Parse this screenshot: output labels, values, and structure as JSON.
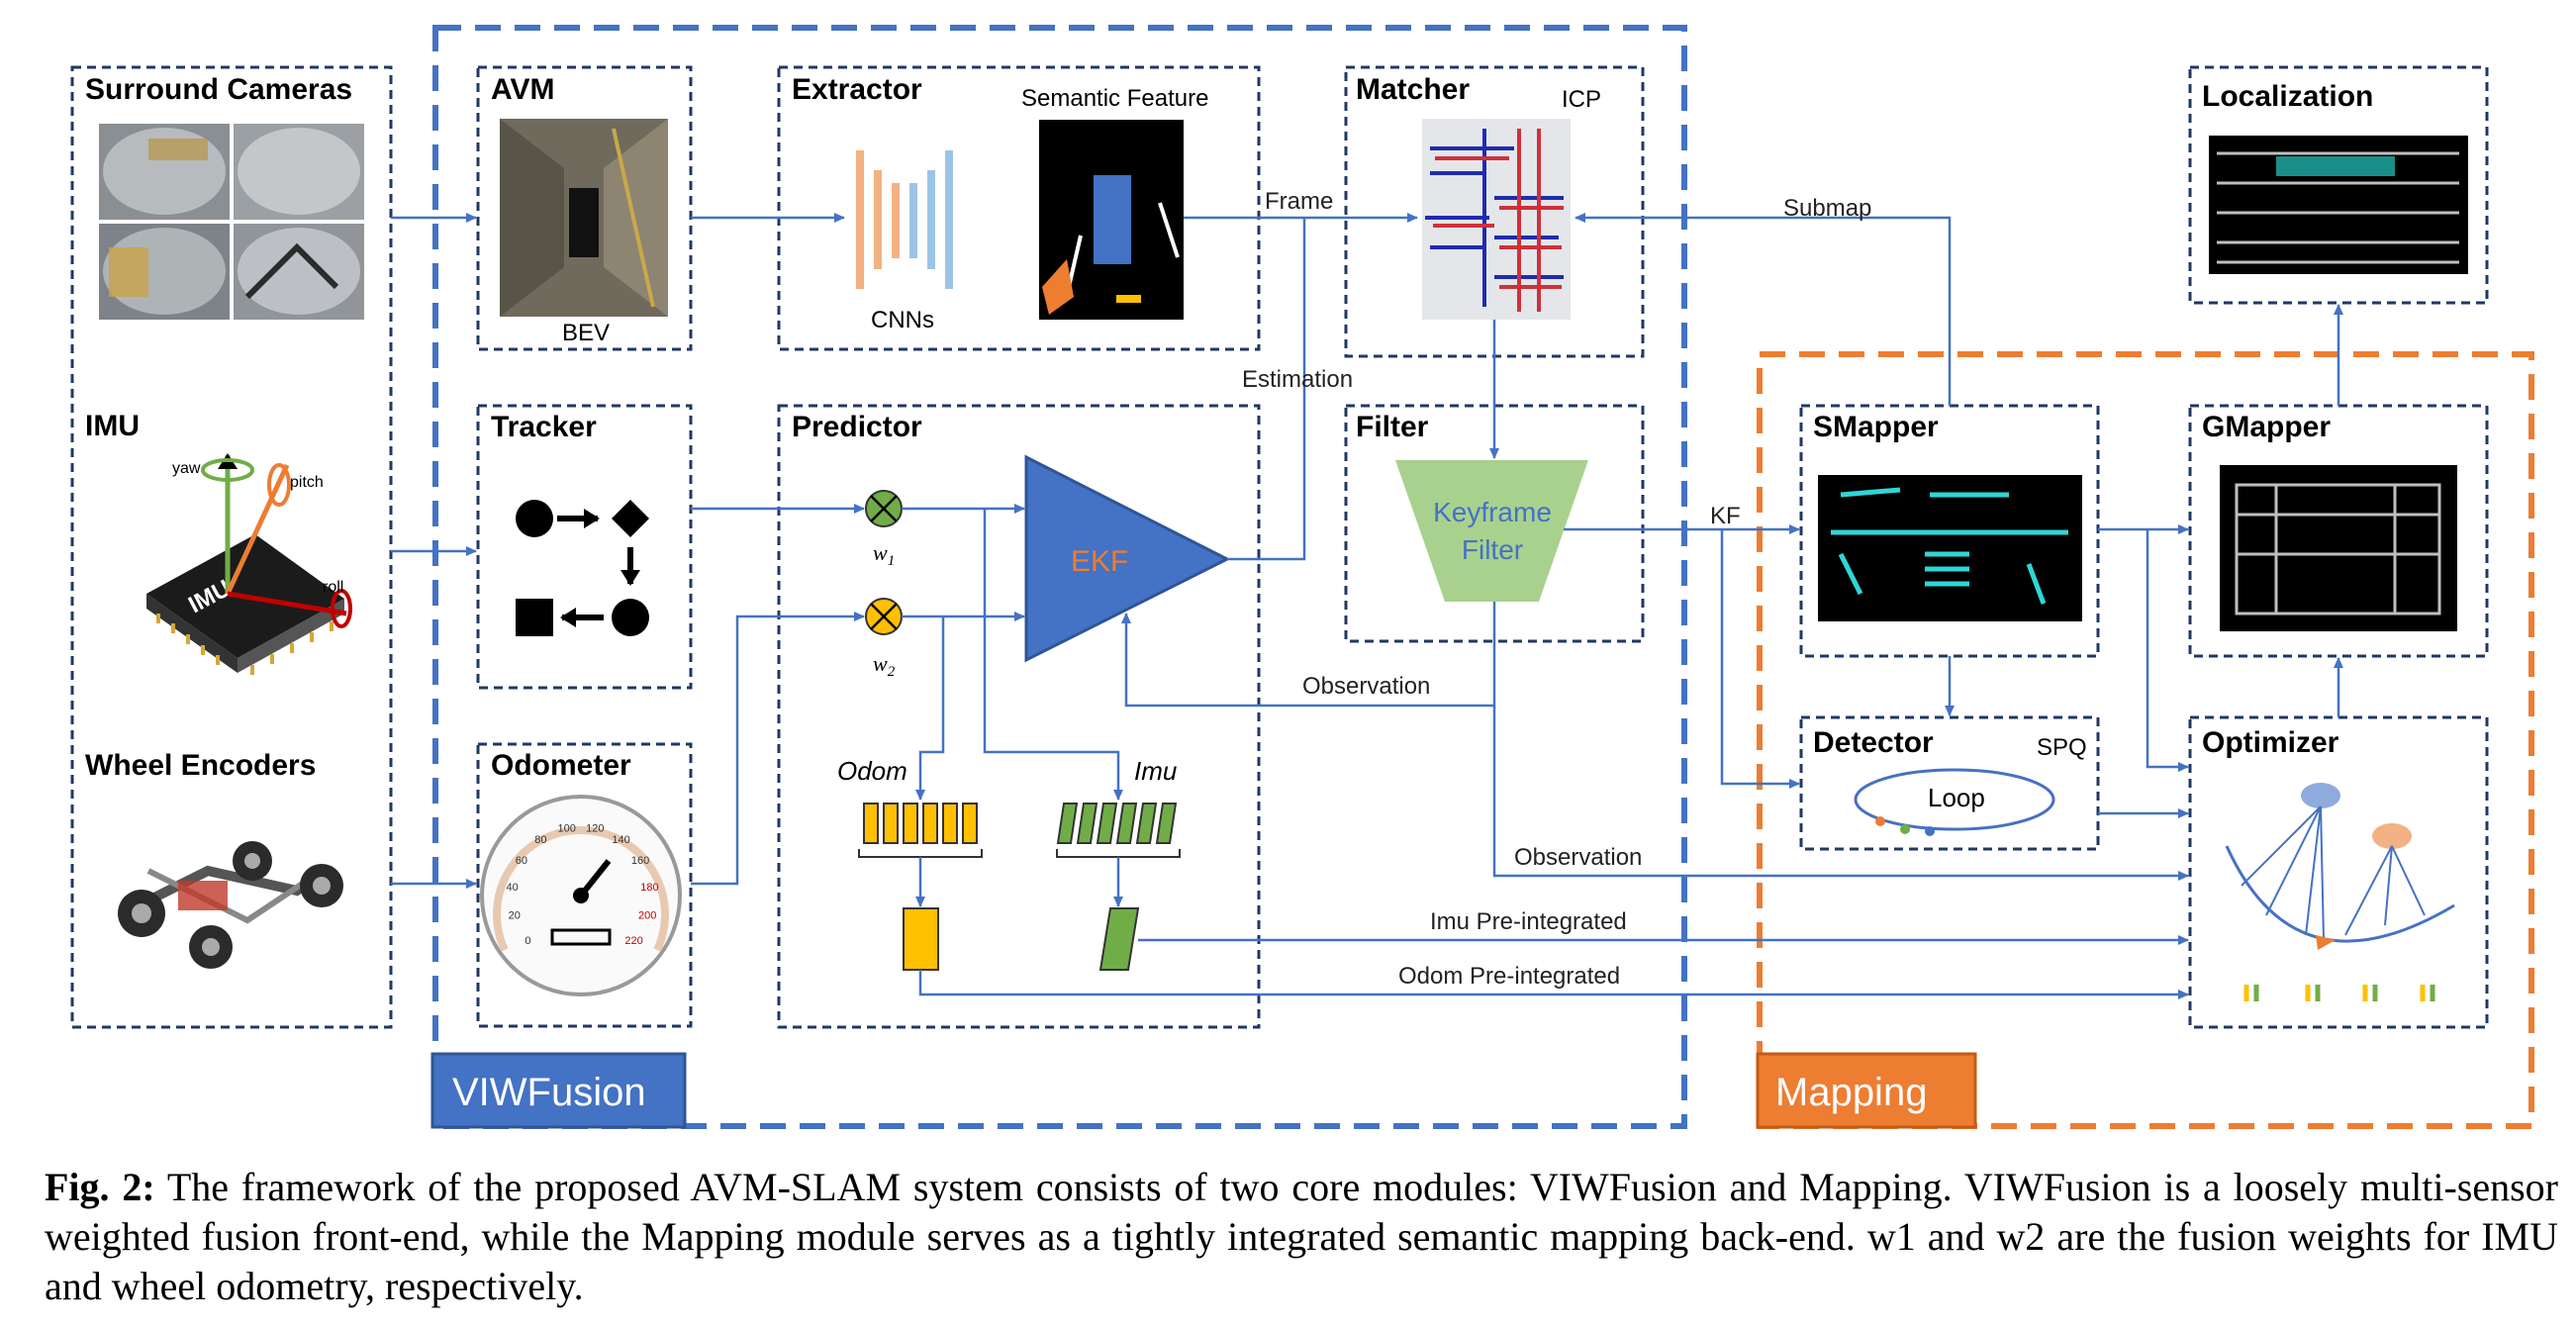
{
  "colors": {
    "viwfusion": "#4472C4",
    "mapping": "#ED7D31",
    "arrow": "#4472C4",
    "extractor_bars": [
      "#F4B183",
      "#F4B183",
      "#F4B183",
      "#9DC3E6",
      "#9DC3E6",
      "#9DC3E6"
    ],
    "fusion_w1": "#70AD47",
    "fusion_w2": "#FFC000",
    "ekf": "#4472C4",
    "ekf_text": "#ED7D31",
    "keyframe_filter": "#A9D18E",
    "keyframe_text": "#4472C4"
  },
  "sensors": {
    "surround_cameras": "Surround Cameras",
    "imu": "IMU",
    "imu_chip": "IMU",
    "imu_axes": {
      "yaw": "yaw",
      "pitch": "pitch",
      "roll": "roll"
    },
    "wheel_encoders": "Wheel Encoders"
  },
  "modules": {
    "avm": {
      "title": "AVM",
      "sublabel": "BEV"
    },
    "extractor": {
      "title": "Extractor",
      "feature_label": "Semantic Feature",
      "network_label": "CNNs"
    },
    "matcher": {
      "title": "Matcher",
      "method": "ICP"
    },
    "tracker": {
      "title": "Tracker"
    },
    "predictor": {
      "title": "Predictor",
      "ekf": "EKF",
      "odom_label": "Odom",
      "imu_label": "Imu"
    },
    "filter": {
      "title": "Filter",
      "keyframe_line1": "Keyframe",
      "keyframe_line2": "Filter"
    },
    "odometer": {
      "title": "Odometer",
      "dial_ticks": [
        "0",
        "20",
        "40",
        "60",
        "80",
        "100",
        "120",
        "140",
        "160",
        "180",
        "200",
        "220"
      ]
    },
    "localization": {
      "title": "Localization"
    },
    "smapper": {
      "title": "SMapper"
    },
    "gmapper": {
      "title": "GMapper"
    },
    "detector": {
      "title": "Detector",
      "method": "SPQ",
      "loop": "Loop"
    },
    "optimizer": {
      "title": "Optimizer"
    }
  },
  "weights": {
    "w1": "w",
    "w1_sub": "1",
    "w2": "w",
    "w2_sub": "2"
  },
  "edges": {
    "frame": "Frame",
    "estimation": "Estimation",
    "submap": "Submap",
    "kf": "KF",
    "observation_1": "Observation",
    "observation_2": "Observation",
    "imu_preintegrated": "Imu Pre-integrated",
    "odom_preintegrated": "Odom Pre-integrated"
  },
  "groups": {
    "viwfusion": "VIWFusion",
    "mapping": "Mapping"
  },
  "caption": {
    "label": "Fig. 2:",
    "text": "The framework of the proposed AVM-SLAM system consists of two core modules: VIWFusion and Mapping. VIWFusion is a loosely multi-sensor weighted fusion front-end, while the Mapping module serves as a tightly integrated semantic mapping back-end. w1 and w2 are the fusion weights for IMU and wheel odometry, respectively."
  }
}
